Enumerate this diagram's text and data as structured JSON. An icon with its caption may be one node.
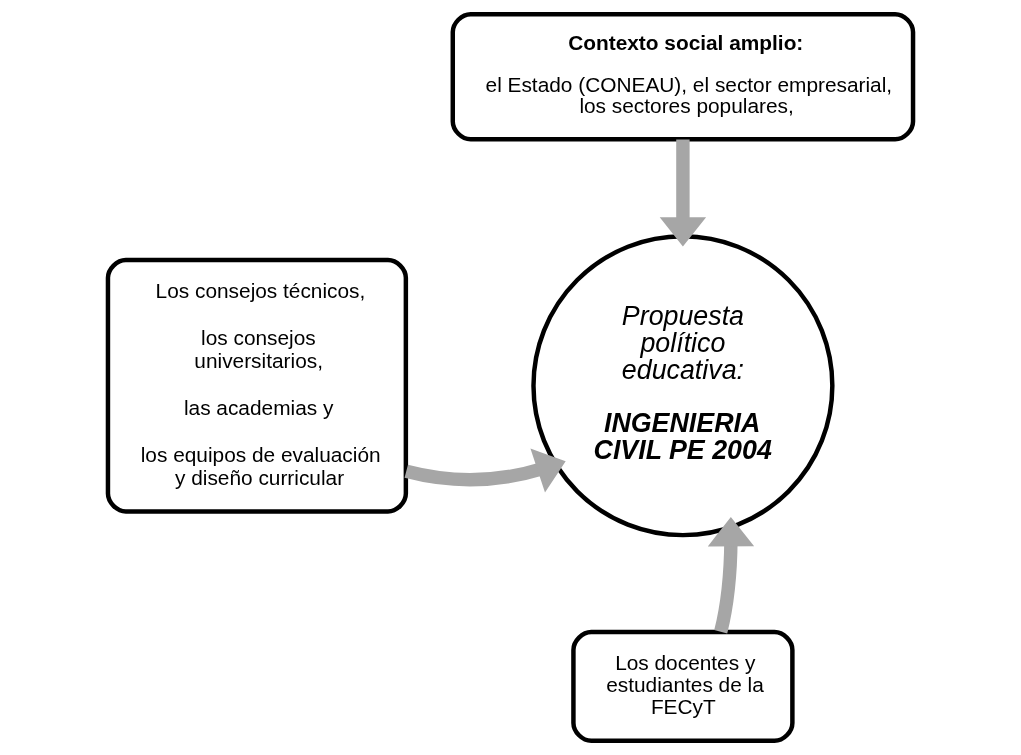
{
  "diagram": {
    "nodes": [
      {
        "text": [
          "Contexto social amplio:",
          "el Estado (CONEAU), el sector empresarial, los sectores populares,"
        ]
      },
      {
        "text": [
          "Los consejos técnicos,",
          "los consejos universitarios,",
          "las academias y",
          "los equipos de evaluación y diseño curricular"
        ]
      },
      {
        "text": [
          "Propuesta político educativa:",
          "INGENIERIA CIVIL PE 2004"
        ]
      },
      {
        "text": [
          "Los docentes y estudiantes de la FECyT"
        ]
      }
    ],
    "edges": [
      {
        "from": 0,
        "to": 2,
        "arrow": "to"
      },
      {
        "from": 1,
        "to": 2,
        "arrow": "to"
      },
      {
        "from": 3,
        "to": 2,
        "arrow": "to"
      }
    ]
  }
}
